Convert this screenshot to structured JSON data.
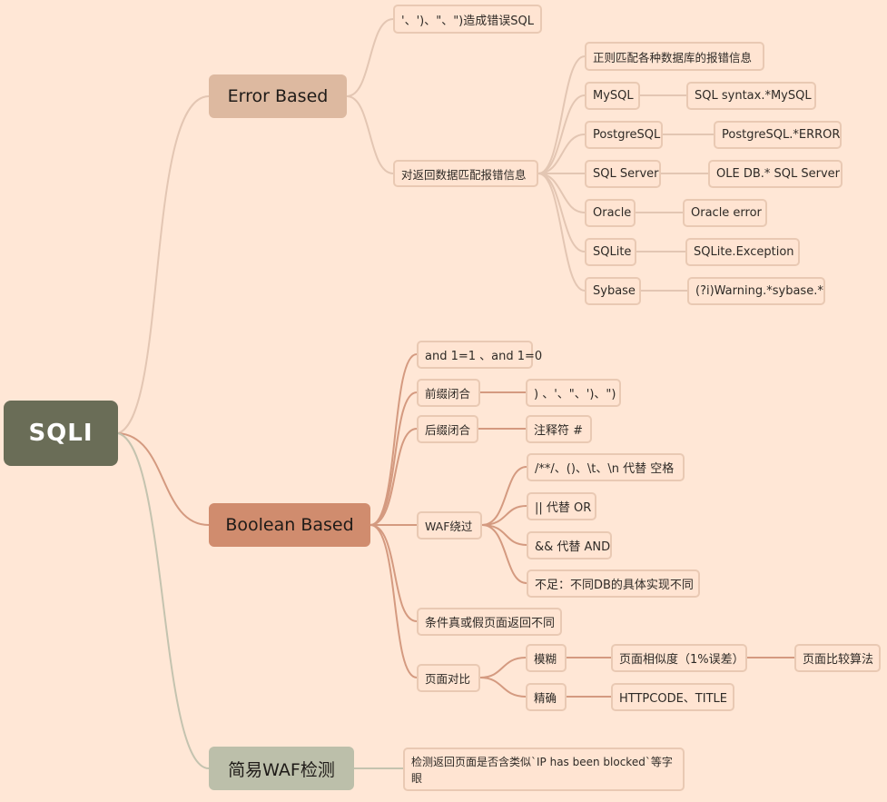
{
  "root": "SQLI",
  "error_based": {
    "title": "Error Based",
    "cause": "'、')、\"、\")造成错误SQL",
    "match": "对返回数据匹配报错信息",
    "regex_desc": "正则匹配各种数据库的报错信息",
    "databases": [
      {
        "name": "MySQL",
        "pattern": "SQL syntax.*MySQL"
      },
      {
        "name": "PostgreSQL",
        "pattern": "PostgreSQL.*ERROR"
      },
      {
        "name": "SQL Server",
        "pattern": "OLE DB.* SQL Server"
      },
      {
        "name": "Oracle",
        "pattern": "Oracle error"
      },
      {
        "name": "SQLite",
        "pattern": "SQLite.Exception"
      },
      {
        "name": "Sybase",
        "pattern": "(?i)Warning.*sybase.*"
      }
    ]
  },
  "boolean_based": {
    "title": "Boolean Based",
    "and_cond": "and 1=1 、and 1=0",
    "prefix": {
      "label": "前缀闭合",
      "value": ") 、'、\"、')、\")"
    },
    "suffix": {
      "label": "后缀闭合",
      "value": "注释符 #"
    },
    "waf": {
      "label": "WAF绕过",
      "items": [
        "/**/、()、\\t、\\n 代替 空格",
        "|| 代替 OR",
        "&& 代替 AND",
        "不足：不同DB的具体实现不同"
      ]
    },
    "cond_diff": "条件真或假页面返回不同",
    "page_compare": {
      "label": "页面对比",
      "fuzzy": {
        "label": "模糊",
        "similarity": "页面相似度（1%误差）",
        "method": "页面比较算法"
      },
      "exact": {
        "label": "精确",
        "value": "HTTPCODE、TITLE"
      }
    }
  },
  "waf_detect": {
    "title": "简易WAF检测",
    "desc": "检测返回页面是否含类似`IP has been blocked`等字眼"
  },
  "colors": {
    "background": "#FFE7D6",
    "root": "#6A6D57",
    "error_branch": "#DDB9A0",
    "boolean_branch": "#D08C6E",
    "waf_branch": "#BCBFAA"
  }
}
